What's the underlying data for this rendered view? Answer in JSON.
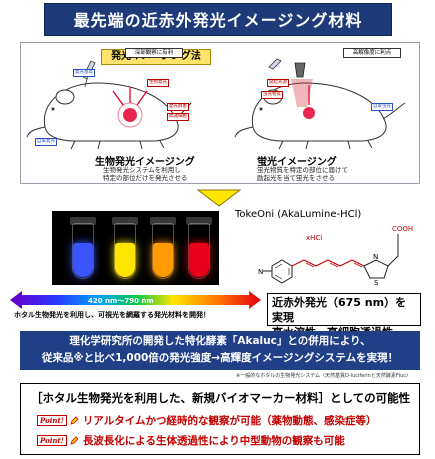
{
  "title": "最先端の近赤外発光イメージング材料",
  "principle": {
    "title": "発光イメージング法",
    "bio": {
      "title": "生物発光イメージング",
      "desc": [
        "生物発光システムを利用し",
        "特定の部位だけを発光させる"
      ],
      "callout": "深部観察に有利",
      "labels": [
        "発光基質",
        "生物発光",
        "発光酵素",
        "標識細胞",
        "自家発光"
      ]
    },
    "fluor": {
      "title": "蛍光イメージング",
      "desc": [
        "蛍光物質を特定の部位に届けて",
        "励起光を当て蛍光をさせる"
      ],
      "callout": "高解像度に利点",
      "labels": [
        "励起光源",
        "蛍光物質",
        "自家蛍光"
      ]
    }
  },
  "vials": {
    "colors": [
      "#3a55ff",
      "#ffe400",
      "#ff9a00",
      "#e8001a"
    ]
  },
  "compound": {
    "name": "TokeOni (AkaLumine-HCl)",
    "salt": "xHCl",
    "group": "COOH",
    "atoms": [
      "N",
      "S",
      "N"
    ]
  },
  "spectrum": {
    "range_label": "420 nm〜790 nm",
    "caption": "ホタル生物発光を利用し、可視光を網羅する発光材料を開発！"
  },
  "nir": {
    "line1": "近赤外発光（675 nm）を実現",
    "line2": "高水溶性、高細胞透過性"
  },
  "akaluc": {
    "line1": "理化学研究所の開発した特化酵素「Akaluc」との併用により、",
    "line2": "従来品※と比べ1,000倍の発光強度→高輝度イメージングシステムを実現！",
    "footnote": "※一般的なホタルの生物発光システム（天然基質D-luciferinと天然酵素Fluc）"
  },
  "possibility": {
    "title": "［ホタル生物発光を利用した、新規バイオマーカー材料］としての可能性",
    "badge": "Point!",
    "points": [
      "リアルタイムかつ経時的な観察が可能（薬物動態、感染症等）",
      "長波長化による生体透過性により中型動物の観察も可能"
    ]
  },
  "colors": {
    "title_bg": "#1c3b78",
    "bar_bg": "#1f3f86",
    "panel_title_bg": "#ffe36a",
    "point": "#c40000"
  }
}
